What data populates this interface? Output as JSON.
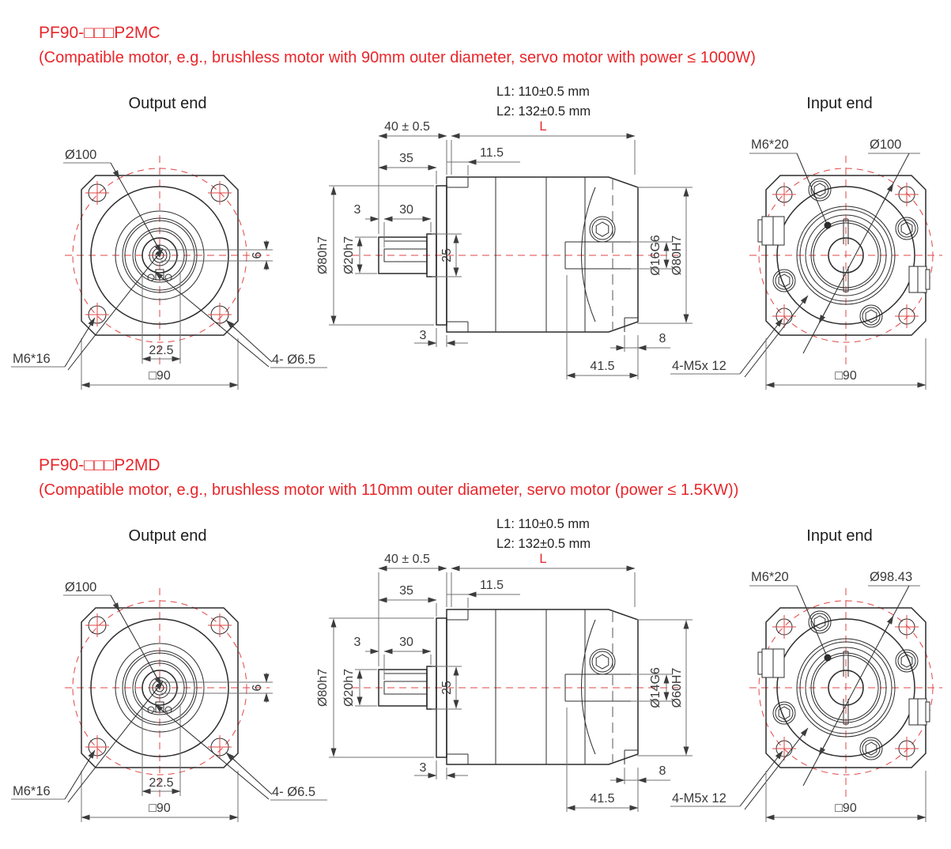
{
  "colors": {
    "title_red": "#e8262a",
    "centerline_red": "#e04545",
    "outline_dark": "#2c2c2c",
    "dimension_gray": "#707070"
  },
  "sections": [
    {
      "title": "PF90-□□□P2MC",
      "subtitle": "(Compatible motor, e.g., brushless motor with 90mm outer diameter, servo motor with power ≤ 1000W)",
      "output_heading": "Output end",
      "input_heading": "Input end",
      "length_note_l1": "L1: 110±0.5 mm",
      "length_note_l2": "L2: 132±0.5 mm",
      "output_end": {
        "bolt_circle": "Ø100",
        "key_offset": "6",
        "mount_thread": "M6*16",
        "key_width": "22.5",
        "corner_holes": "4- Ø6.5",
        "square_size": "□90"
      },
      "side_view": {
        "dim_40": "40 ± 0.5",
        "dim_L": "L",
        "dim_35": "35",
        "dim_11_5": "11.5",
        "dim_3_key": "3",
        "dim_30": "30",
        "shaft_dia": "Ø20h7",
        "pilot_dia": "Ø80h7",
        "dim_25": "25",
        "dim_3_pilot": "3",
        "input_bore": "Ø16G6",
        "input_pilot": "Ø80H7",
        "dim_8": "8",
        "dim_41_5": "41.5"
      },
      "input_end": {
        "mount_thread": "M6*20",
        "bolt_circle": "Ø100",
        "screws": "4-M5x 12",
        "square_size": "□90"
      }
    },
    {
      "title": "PF90-□□□P2MD",
      "subtitle": "(Compatible motor, e.g., brushless motor with 110mm outer diameter, servo motor (power ≤ 1.5KW))",
      "output_heading": "Output end",
      "input_heading": "Input end",
      "length_note_l1": "L1: 110±0.5 mm",
      "length_note_l2": "L2: 132±0.5 mm",
      "output_end": {
        "bolt_circle": "Ø100",
        "key_offset": "6",
        "mount_thread": "M6*16",
        "key_width": "22.5",
        "corner_holes": "4- Ø6.5",
        "square_size": "□90"
      },
      "side_view": {
        "dim_40": "40 ± 0.5",
        "dim_L": "L",
        "dim_35": "35",
        "dim_11_5": "11.5",
        "dim_3_key": "3",
        "dim_30": "30",
        "shaft_dia": "Ø20h7",
        "pilot_dia": "Ø80h7",
        "dim_25": "25",
        "dim_3_pilot": "3",
        "input_bore": "Ø14G6",
        "input_pilot": "Ø60H7",
        "dim_8": "8",
        "dim_41_5": "41.5"
      },
      "input_end": {
        "mount_thread": "M6*20",
        "bolt_circle": "Ø98.43",
        "screws": "4-M5x 12",
        "square_size": "□90"
      }
    }
  ]
}
